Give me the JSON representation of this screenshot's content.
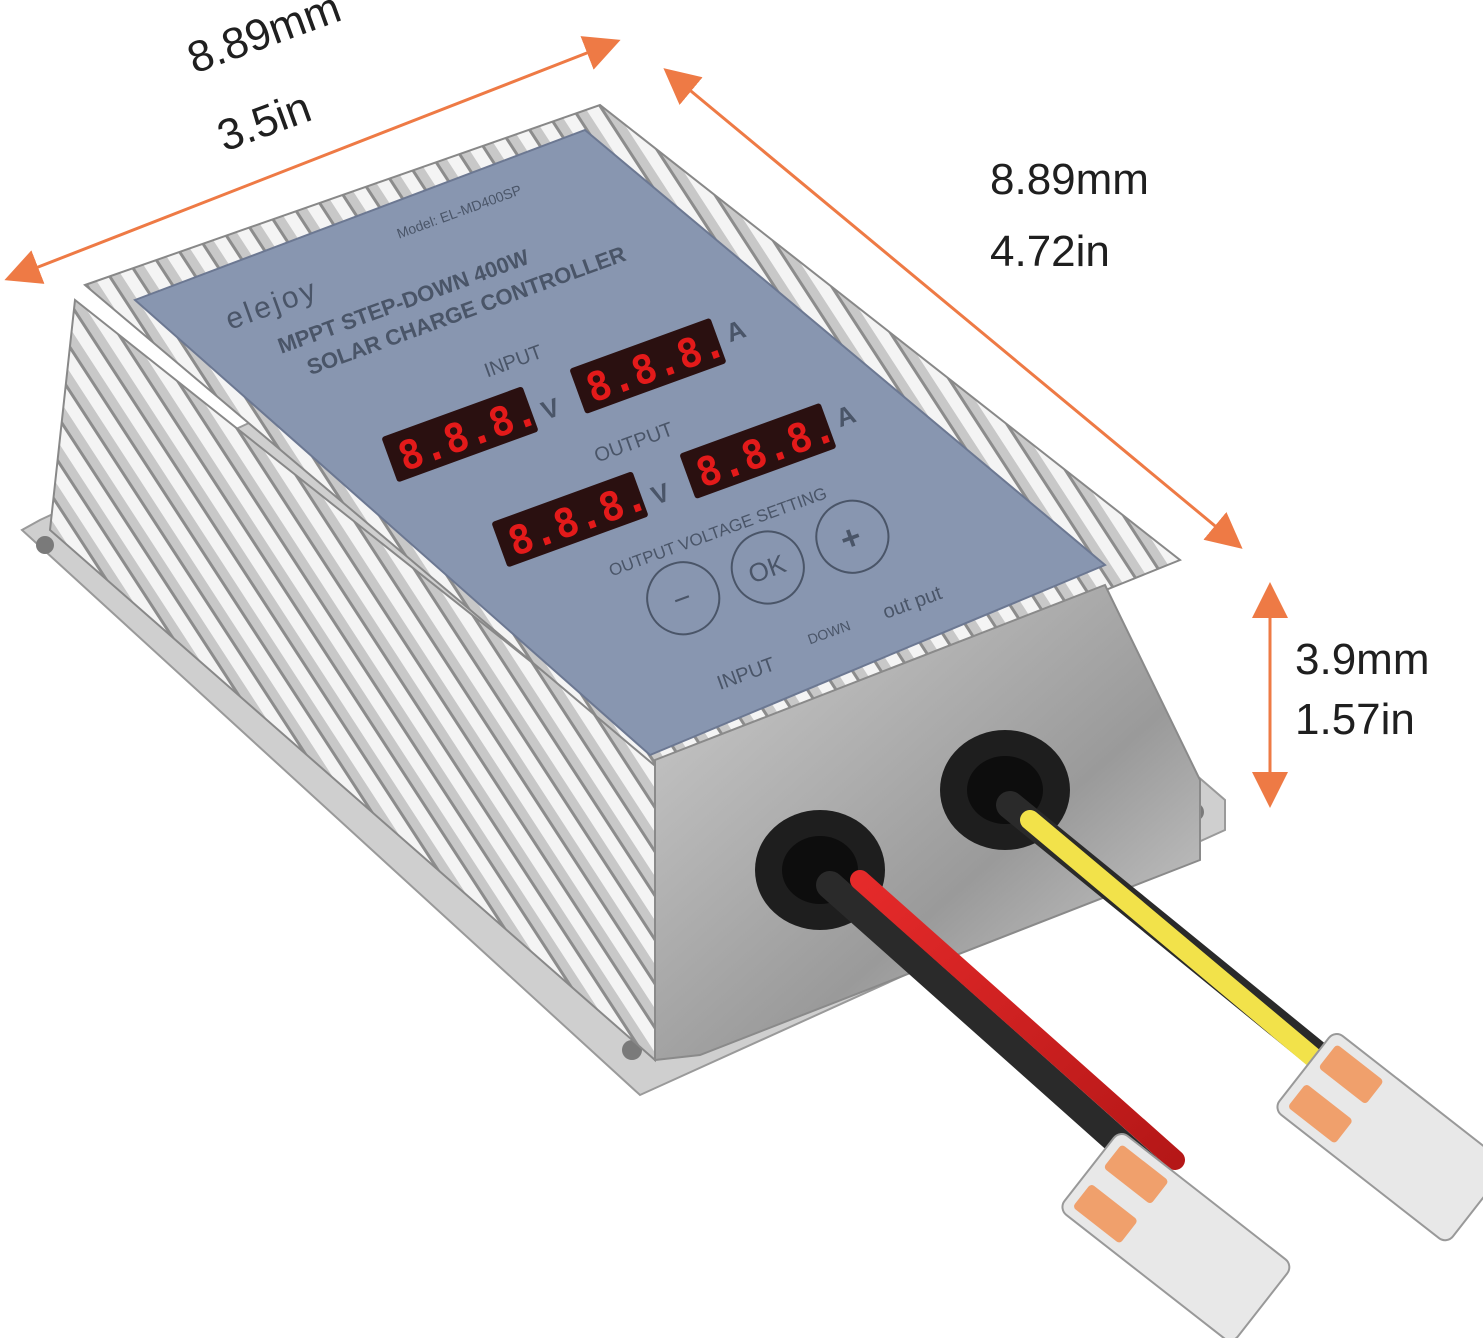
{
  "dimensions": {
    "length": {
      "mm": "8.89mm",
      "in": "3.5in"
    },
    "width": {
      "mm": "8.89mm",
      "in": "4.72in"
    },
    "height": {
      "mm": "3.9mm",
      "in": "1.57in"
    }
  },
  "panel": {
    "brand": "elejoy",
    "model": "Model: EL-MD400SP",
    "title_line1": "MPPT STEP-DOWN 400W",
    "title_line2": "SOLAR CHARGE CONTROLLER",
    "input_label": "INPUT",
    "output_label": "OUTPUT",
    "display_value": "8.8.8.",
    "unit_v": "V",
    "unit_a": "A",
    "setting_label": "OUTPUT VOLTAGE SETTING",
    "btn_minus": "−",
    "btn_ok": "OK",
    "btn_plus": "+",
    "flow_input": "INPUT",
    "flow_down": "DOWN",
    "flow_output": "out put"
  },
  "colors": {
    "accent_arrow": "#ee7a45",
    "panel": "#8896b0",
    "led": "#e31a1a",
    "wire_red": "#d42020",
    "wire_yellow": "#f2e24a"
  }
}
